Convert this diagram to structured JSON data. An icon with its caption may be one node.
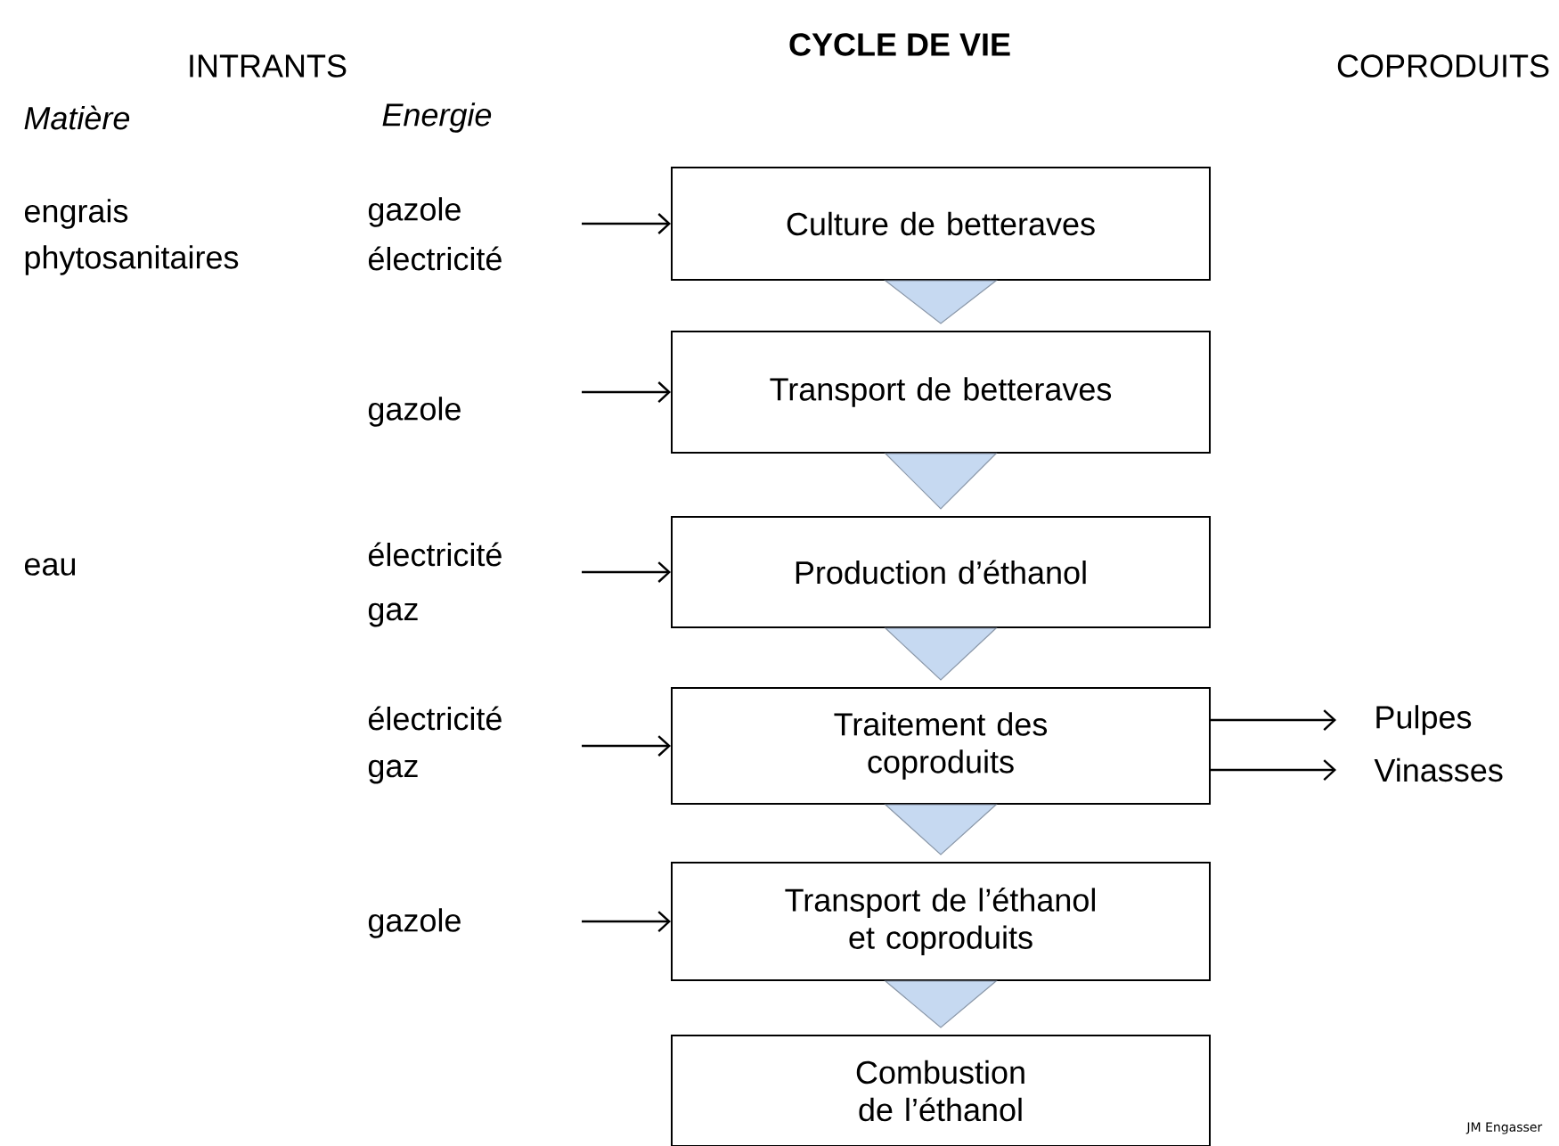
{
  "diagram": {
    "title": "CYCLE DE VIE",
    "nodes": [
      {
        "text": [
          "Culture de betteraves"
        ]
      },
      {
        "text": [
          "Transport de betteraves"
        ]
      },
      {
        "text": [
          "Production d’éthanol"
        ]
      },
      {
        "text": [
          "Traitement des coproduits"
        ]
      },
      {
        "text": [
          "Transport de l’éthanol et coproduits"
        ]
      },
      {
        "text": [
          "Combustion de l’éthanol"
        ]
      },
      {
        "text": [
          "Pulpes"
        ]
      },
      {
        "text": [
          "Vinasses"
        ]
      }
    ],
    "edges": [
      {
        "from": null,
        "to": 0,
        "arrow": "to"
      },
      {
        "from": null,
        "to": 1,
        "arrow": "to"
      },
      {
        "from": null,
        "to": 2,
        "arrow": "to"
      },
      {
        "from": null,
        "to": 3,
        "arrow": "to"
      },
      {
        "from": null,
        "to": 4,
        "arrow": "to"
      },
      {
        "from": 3,
        "to": 6,
        "arrow": "to"
      },
      {
        "from": 3,
        "to": 7,
        "arrow": "to"
      },
      {
        "from": 0,
        "to": 1,
        "arrow": "to",
        "color": "#c6d9f1"
      },
      {
        "from": 1,
        "to": 2,
        "arrow": "to",
        "color": "#c6d9f1"
      },
      {
        "from": 2,
        "to": 3,
        "arrow": "to",
        "color": "#c6d9f1"
      },
      {
        "from": 3,
        "to": 4,
        "arrow": "to",
        "color": "#c6d9f1"
      },
      {
        "from": 4,
        "to": 5,
        "arrow": "to",
        "color": "#c6d9f1"
      }
    ],
    "labels": [
      "INTRANTS",
      "COPRODUITS",
      "Matière",
      "Energie",
      "engrais",
      "gazole",
      "phytosanitaires",
      "électricité",
      "gazole",
      "eau",
      "électricité",
      "gaz",
      "électricité",
      "gaz",
      "gazole",
      "JM Engasser"
    ]
  }
}
